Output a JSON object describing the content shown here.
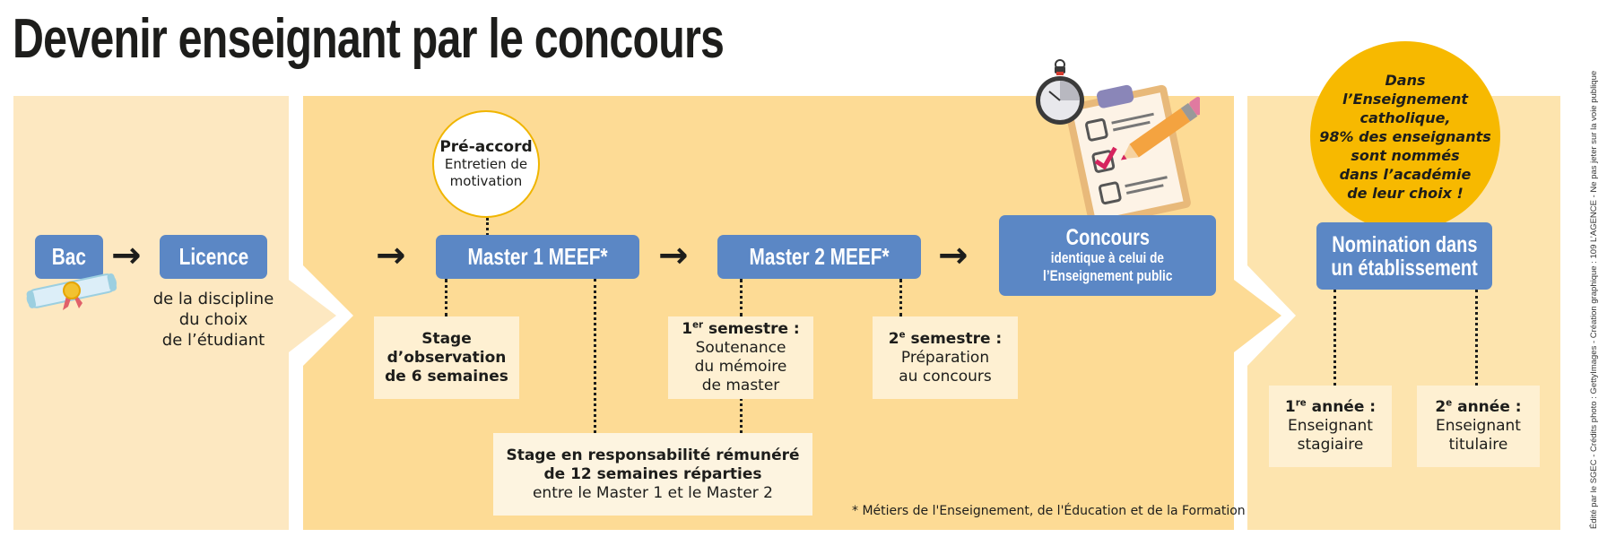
{
  "title": "Devenir enseignant par le concours",
  "colors": {
    "panel_light": "#fde8c1",
    "panel_main": "#fddb95",
    "panel_right": "#fde4ae",
    "box_blue": "#5b87c5",
    "note_bg": "#fef0d2",
    "badge_yellow": "#f7b900",
    "text_dark": "#1d1d1b"
  },
  "stage1": {
    "bac": "Bac",
    "licence": "Licence",
    "licence_desc": [
      "de la discipline",
      "du choix",
      "de l’étudiant"
    ],
    "icon": "diploma-scroll-icon"
  },
  "stage2": {
    "preaccord": {
      "title": "Pré-accord",
      "lines": [
        "Entretien de",
        "motivation"
      ]
    },
    "master1": "Master 1 MEEF*",
    "master2": "Master 2 MEEF*",
    "concours": {
      "title": "Concours",
      "lines": [
        "identique à celui de",
        "l’Enseignement public"
      ],
      "icon": "clipboard-stopwatch-icon"
    },
    "stage_observation": [
      "Stage",
      "d’observation",
      "de 6 semaines"
    ],
    "semestre1": {
      "num": "1",
      "sup": "er",
      "label": " semestre :",
      "lines": [
        "Soutenance",
        "du mémoire",
        "de master"
      ]
    },
    "semestre2": {
      "num": "2",
      "sup": "e",
      "label": " semestre :",
      "lines": [
        "Préparation",
        "au concours"
      ]
    },
    "stage_remunere": {
      "bold_lines": [
        "Stage en responsabilité rémunéré",
        "de 12 semaines réparties"
      ],
      "line": "entre le Master 1 et le Master 2"
    },
    "footnote": "* Métiers de l'Enseignement, de l'Éducation et de la Formation"
  },
  "stage3": {
    "badge_lines": [
      "Dans",
      "l’Enseignement",
      "catholique,",
      "98% des enseignants",
      "sont nommés",
      "dans l’académie",
      "de leur choix !"
    ],
    "nomination": [
      "Nomination dans",
      "un établissement"
    ],
    "annee1": {
      "num": "1",
      "sup": "re",
      "label": " année :",
      "lines": [
        "Enseignant",
        "stagiaire"
      ]
    },
    "annee2": {
      "num": "2",
      "sup": "e",
      "label": " année :",
      "lines": [
        "Enseignant",
        "titulaire"
      ]
    }
  },
  "arrows": [
    "→",
    "→",
    "→",
    "→"
  ],
  "credits": "Édité par le SGEC - Crédits photo : GettyImages - Création graphique : 109 L’AGENCE - Ne pas jeter sur la voie publique"
}
